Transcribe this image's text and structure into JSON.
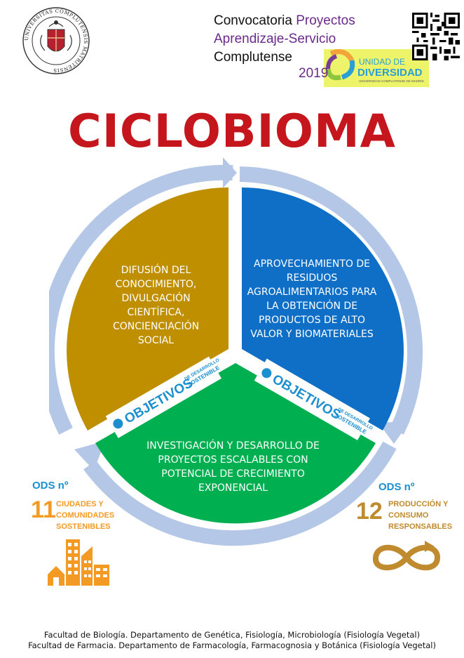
{
  "header": {
    "university_seal_text": "UNIVERSITAS COMPLUTENSIS MATRITENSIS",
    "call_line1_a": "Convocatoria",
    "call_line1_b": "Proyectos",
    "call_line2": "Aprendizaje-Servicio",
    "call_line3": "Complutense",
    "year": "2019",
    "badge_line1": "UNIDAD DE",
    "badge_line2": "DIVERSIDAD",
    "badge_line3": "UNIVERSIDAD COMPLUTENSE DE MADRID",
    "qr_icon": "qr-code"
  },
  "title": "CICLOBIOMA",
  "cycle": {
    "segment_left": "DIFUSIÓN DEL CONOCIMIENTO, DIVULGACIÓN CIENTÍFICA, CONCIENCIACIÓN SOCIAL",
    "segment_right": "APROVECHAMIENTO DE RESIDUOS AGROALIMENTARIOS PARA LA OBTENCIÓN DE PRODUCTOS DE ALTO VALOR Y BIOMATERIALES",
    "segment_bottom": "INVESTIGACIÓN Y DESARROLLO DE PROYECTOS ESCALABLES CON POTENCIAL DE CRECIMIENTO EXPONENCIAL",
    "banner_main": "OBJETIVOS",
    "banner_sub1": "DE DESARROLLO",
    "banner_sub2": "SOSTENIBLE",
    "colors": {
      "left": "#bf8f00",
      "right": "#0f6fc6",
      "bottom": "#00b050",
      "arrow": "#b4c7e7"
    }
  },
  "ods": [
    {
      "label": "ODS nº",
      "number": "11",
      "name": "CIUDADES Y COMUNIDADES SOSTENIBLES",
      "color": "#f39a24",
      "icon": "city-icon"
    },
    {
      "label": "ODS nº",
      "number": "12",
      "name": "PRODUCCIÓN Y CONSUMO RESPONSABLES",
      "color": "#bf8b2e",
      "icon": "infinity-icon"
    }
  ],
  "footer": {
    "line1": "Facultad de Biología. Departamento de Genética, Fisiología, Microbiología (Fisiología Vegetal)",
    "line2": "Facultad de Farmacia. Departamento de Farmacología, Farmacognosia y Botánica (Fisiología Vegetal)"
  }
}
